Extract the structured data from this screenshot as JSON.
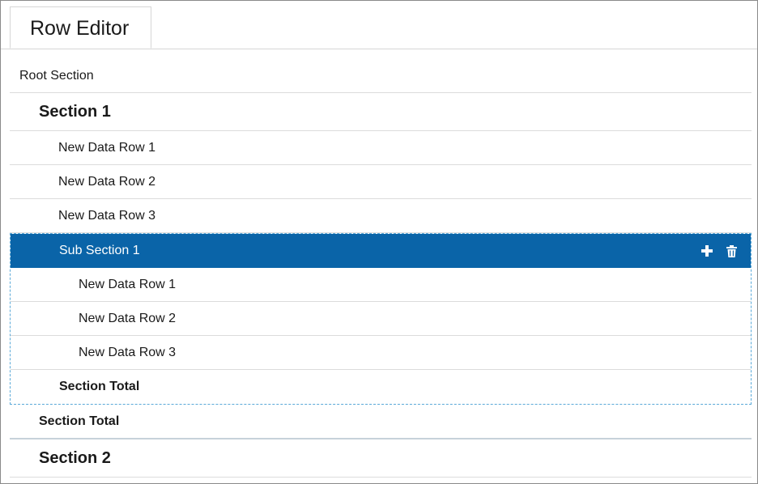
{
  "tabs": [
    {
      "label": "Row Editor"
    }
  ],
  "rows": {
    "root": "Root Section",
    "section1": {
      "title": "Section 1",
      "data_rows": [
        "New Data Row 1",
        "New Data Row 2",
        "New Data Row 3"
      ],
      "subsection": {
        "title": "Sub Section 1",
        "data_rows": [
          "New Data Row 1",
          "New Data Row 2",
          "New Data Row 3"
        ],
        "total": "Section Total"
      },
      "total": "Section Total"
    },
    "section2": {
      "title": "Section 2"
    }
  },
  "colors": {
    "selected_row": "#0a64a8",
    "group_outline": "#5aa9d8"
  },
  "icons": {
    "add": "plus-icon",
    "delete": "trash-icon"
  }
}
